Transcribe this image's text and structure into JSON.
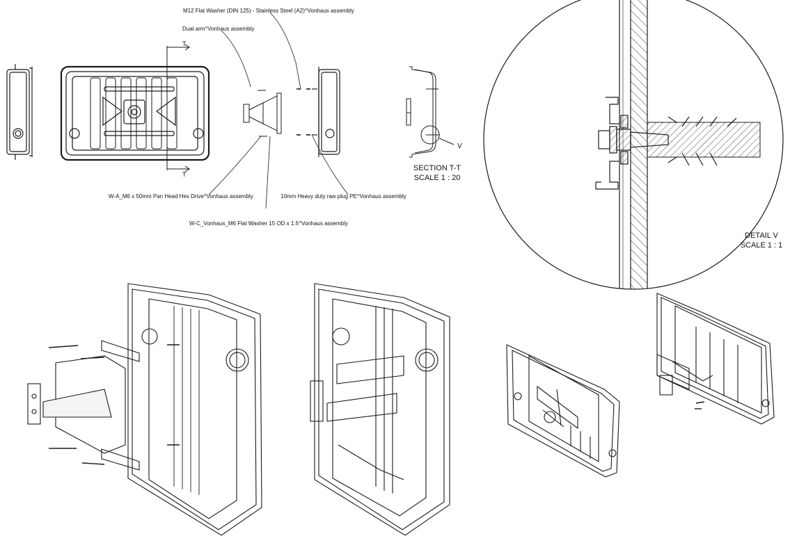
{
  "labels": {
    "washer_m12": "M12 Flat Washer (DIN 125) - Stainless Steel (A2)^Vonhaus assembly",
    "dual_arm": "Dual arm^Vonhaus assembly",
    "screw_m6": "W-A_M6 x 50mm Pan Head Hex Drive^Vonhaus assembly",
    "wall_plug": "10mm Heavy duty raw plug PE^Vonhaus assembly",
    "washer_m6": "W-C_Vonhaus_M6 Flat Washer 15 OD x 1.5^Vonhaus assembly"
  },
  "section": {
    "marker": "T",
    "title": "SECTION T-T",
    "scale": "SCALE 1 : 20"
  },
  "detail": {
    "marker": "V",
    "title": "DETAIL V",
    "scale": "SCALE 1 : 1"
  },
  "colors": {
    "line": "#1a1a1a",
    "hatch": "#333333",
    "fill": "#ffffff",
    "shade": "#e8e8e8"
  }
}
